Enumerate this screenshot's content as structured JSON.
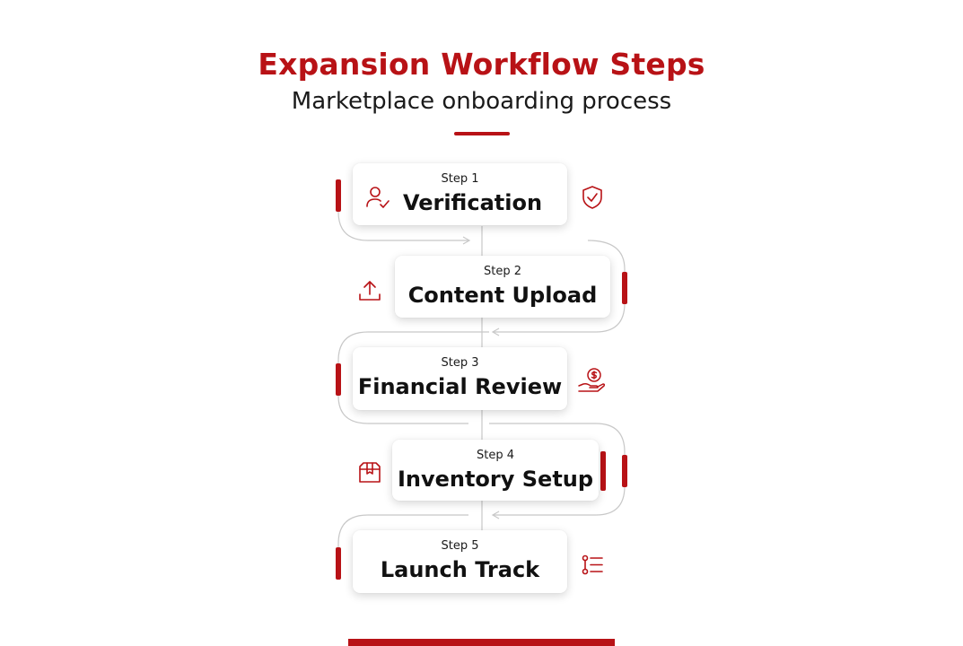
{
  "header": {
    "title": "Expansion Workflow Steps",
    "subtitle": "Marketplace onboarding process"
  },
  "colors": {
    "accent": "#b81216",
    "connector": "#c8c8c8",
    "text": "#111111"
  },
  "steps": [
    {
      "step_label": "Step 1",
      "title": "Verification",
      "icon": "user-check-icon",
      "side_icon": "shield-check-icon"
    },
    {
      "step_label": "Step 2",
      "title": "Content Upload",
      "icon": "upload-icon"
    },
    {
      "step_label": "Step 3",
      "title": "Financial Review",
      "icon": "hand-dollar-icon"
    },
    {
      "step_label": "Step 4",
      "title": "Inventory Setup",
      "icon": "box-icon"
    },
    {
      "step_label": "Step 5",
      "title": "Launch Track",
      "icon": "checklist-icon"
    }
  ]
}
